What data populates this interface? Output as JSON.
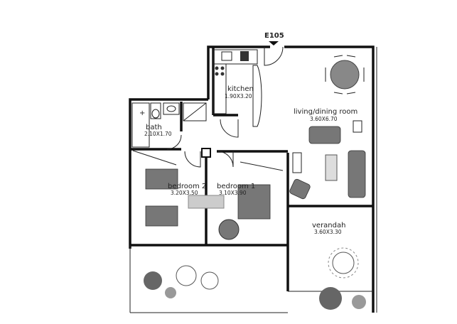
{
  "unit_label": "E105",
  "rooms": {
    "kitchen": {
      "name": "kitchen",
      "dimensions": "1.90X3.20"
    },
    "living": {
      "name": "living/dining room",
      "dimensions": "3.60X6.70"
    },
    "bath": {
      "name": "bath",
      "dimensions": "2.10X1.70"
    },
    "bedroom2": {
      "name": "bedroom 2",
      "dimensions": "3.20X3.50"
    },
    "bedroom1": {
      "name": "bedroom 1",
      "dimensions": "3.10X3.90"
    },
    "verandah": {
      "name": "verandah",
      "dimensions": "3.60X3.30"
    }
  }
}
